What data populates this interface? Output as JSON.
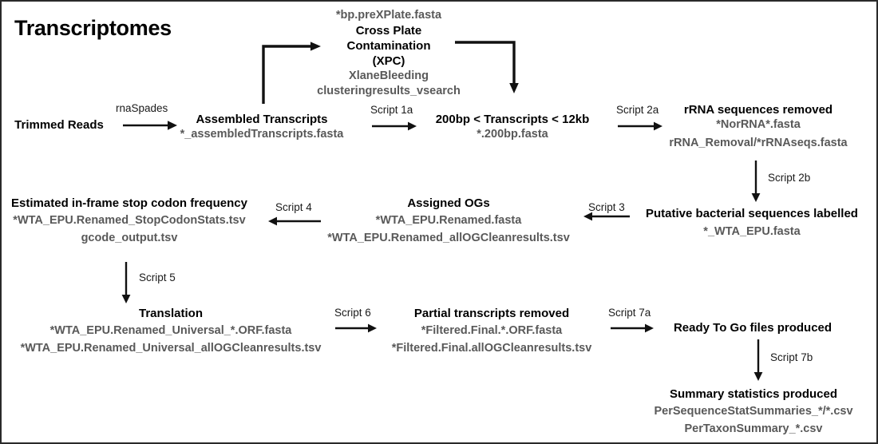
{
  "page": {
    "title": "Transcriptomes",
    "background_color": "#ffffff",
    "border_color": "#2a2a2a",
    "heading_color": "#000000",
    "file_color": "#595959",
    "arrow_color": "#111111"
  },
  "nodes": {
    "trimmed_reads": {
      "title": "Trimmed Reads"
    },
    "xpc": {
      "pre": "*bp.preXPlate.fasta",
      "title_line1": "Cross Plate",
      "title_line2": "Contamination",
      "title_line3": "(XPC)",
      "file1": "XlaneBleeding",
      "file2": "clusteringresults_vsearch"
    },
    "assembled": {
      "title": "Assembled Transcripts",
      "file1": "*_assembledTranscripts.fasta"
    },
    "size_filtered": {
      "title": "200bp < Transcripts < 12kb",
      "file1": "*.200bp.fasta"
    },
    "rrna_removed": {
      "title": "rRNA sequences removed",
      "file1": "*NorRNA*.fasta",
      "file2": "rRNA_Removal/*rRNAseqs.fasta"
    },
    "bacterial_labelled": {
      "title": "Putative bacterial sequences labelled",
      "file1": "*_WTA_EPU.fasta"
    },
    "assigned_ogs": {
      "title": "Assigned OGs",
      "file1": "*WTA_EPU.Renamed.fasta",
      "file2": "*WTA_EPU.Renamed_allOGCleanresults.tsv"
    },
    "stop_codon": {
      "title": "Estimated in-frame stop codon frequency",
      "file1": "*WTA_EPU.Renamed_StopCodonStats.tsv",
      "file2": "gcode_output.tsv"
    },
    "translation": {
      "title": "Translation",
      "file1": "*WTA_EPU.Renamed_Universal_*.ORF.fasta",
      "file2": "*WTA_EPU.Renamed_Universal_allOGCleanresults.tsv"
    },
    "partial_removed": {
      "title": "Partial transcripts removed",
      "file1": "*Filtered.Final.*.ORF.fasta",
      "file2": "*Filtered.Final.allOGCleanresults.tsv"
    },
    "ready_to_go": {
      "title": "Ready To Go files produced"
    },
    "summary_stats": {
      "title": "Summary statistics produced",
      "file1": "PerSequenceStatSummaries_*/*.csv",
      "file2": "PerTaxonSummary_*.csv"
    }
  },
  "edges": {
    "rnaspades": "rnaSpades",
    "script1a": "Script 1a",
    "script2a": "Script 2a",
    "script2b": "Script 2b",
    "script3": "Script 3",
    "script4": "Script 4",
    "script5": "Script 5",
    "script6": "Script 6",
    "script7a": "Script 7a",
    "script7b": "Script 7b"
  }
}
